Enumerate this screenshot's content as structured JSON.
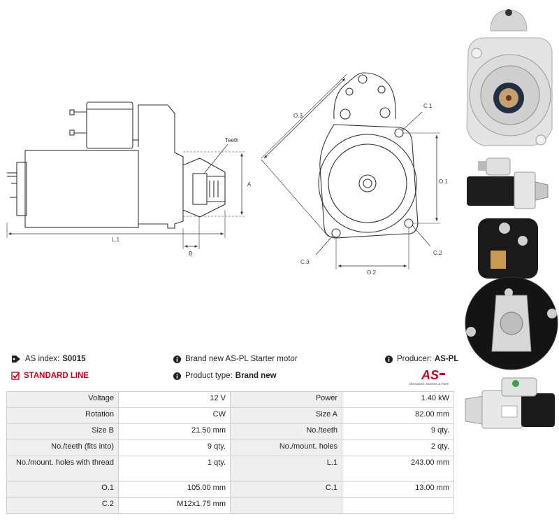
{
  "dimension_labels": {
    "teeth": "Teeth",
    "a": "A",
    "b": "B",
    "l1": "L.1",
    "o3": "O.3",
    "c1": "C.1",
    "o1": "O.1",
    "c2": "C.2",
    "c3": "C.3",
    "o2": "O.2"
  },
  "header": {
    "as_index_label": "AS index:",
    "as_index_value": "S0015",
    "standard_line": "STANDARD LINE",
    "description": "Brand new AS-PL Starter motor",
    "product_type_label": "Product type:",
    "product_type_value": "Brand new",
    "producer_label": "Producer:",
    "producer_value": "AS-PL"
  },
  "logo": {
    "mark": "AS",
    "tagline": "Alternators, Starters & Parts",
    "color": "#d4001a"
  },
  "icons": {
    "tag": "tag-icon",
    "info": "info-icon",
    "check": "checkbox-icon"
  },
  "specs": [
    [
      "Voltage",
      "12 V",
      "Power",
      "1.40 kW"
    ],
    [
      "Rotation",
      "CW",
      "Size A",
      "82.00 mm"
    ],
    [
      "Size B",
      "21.50 mm",
      "No./teeth",
      "9 qty."
    ],
    [
      "No./teeth (fits into)",
      "9 qty.",
      "No./mount. holes",
      "2 qty."
    ],
    [
      "No./mount. holes with thread",
      "1 qty.",
      "L.1",
      "243.00 mm"
    ],
    [
      "O.1",
      "105.00 mm",
      "C.1",
      "13.00 mm"
    ],
    [
      "C.2",
      "M12x1.75 mm",
      "",
      ""
    ]
  ]
}
